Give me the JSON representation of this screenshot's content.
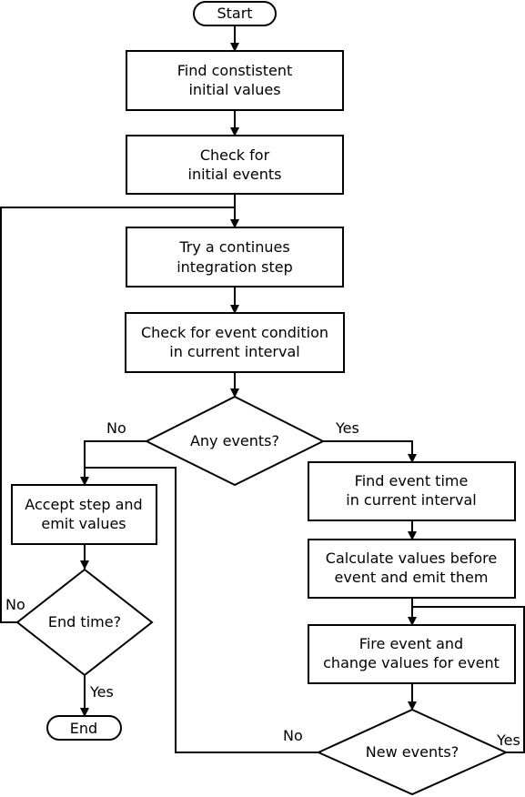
{
  "nodes": {
    "start": {
      "lines": [
        "Start"
      ]
    },
    "find_values": {
      "lines": [
        "Find constistent",
        "initial values"
      ]
    },
    "check_initial": {
      "lines": [
        "Check for",
        "initial events"
      ]
    },
    "try_step": {
      "lines": [
        "Try a continues",
        "integration step"
      ]
    },
    "check_condition": {
      "lines": [
        "Check for event condition",
        "in current interval"
      ]
    },
    "any_events": {
      "lines": [
        "Any events?"
      ]
    },
    "accept_step": {
      "lines": [
        "Accept step and",
        "emit values"
      ]
    },
    "end_time": {
      "lines": [
        "End time?"
      ]
    },
    "end": {
      "lines": [
        "End"
      ]
    },
    "find_event_time": {
      "lines": [
        "Find event time",
        "in current interval"
      ]
    },
    "calc_values": {
      "lines": [
        "Calculate values before",
        "event and emit them"
      ]
    },
    "fire_event": {
      "lines": [
        "Fire event and",
        "change values for event"
      ]
    },
    "new_events": {
      "lines": [
        "New events?"
      ]
    }
  },
  "edge_labels": {
    "any_no": "No",
    "any_yes": "Yes",
    "end_no": "No",
    "end_yes": "Yes",
    "new_no": "No",
    "new_yes": "Yes"
  }
}
